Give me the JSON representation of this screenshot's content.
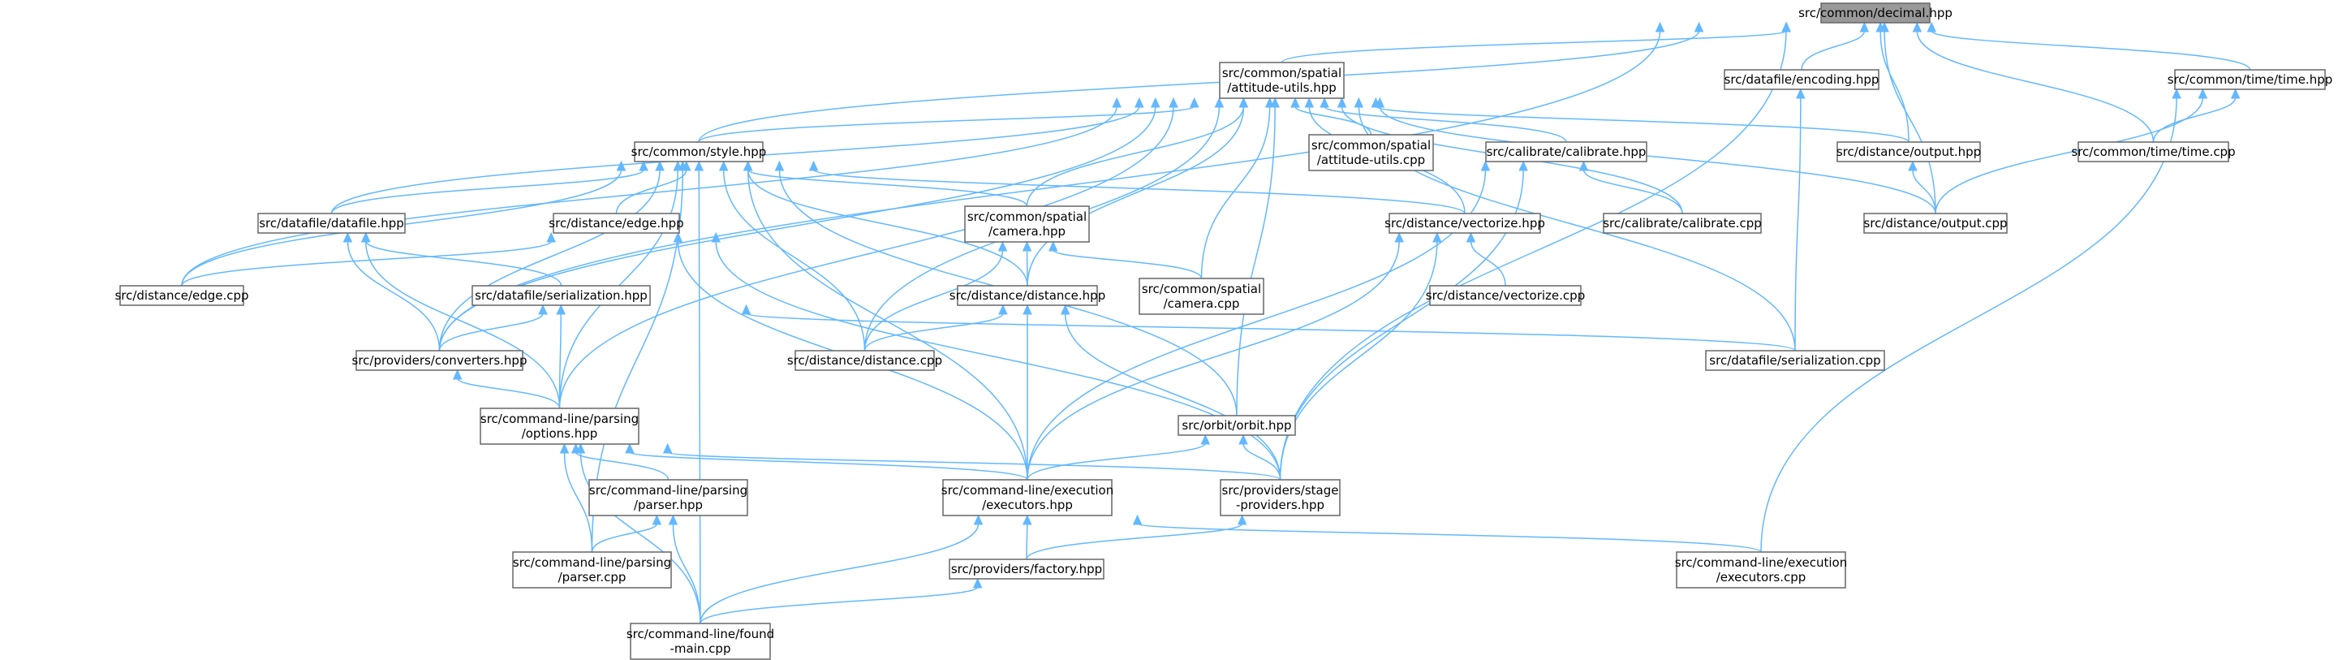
{
  "graph": {
    "edge_color": "#63b8ff",
    "root_fill": "#999999",
    "node_border": "#666666",
    "nodes": [
      {
        "id": "decimal",
        "lines": [
          "src/common/decimal.hpp"
        ],
        "root": true
      },
      {
        "id": "au_hpp",
        "lines": [
          "src/common/spatial",
          "/attitude-utils.hpp"
        ]
      },
      {
        "id": "encoding",
        "lines": [
          "src/datafile/encoding.hpp"
        ]
      },
      {
        "id": "time_hpp",
        "lines": [
          "src/common/time/time.hpp"
        ]
      },
      {
        "id": "style",
        "lines": [
          "src/common/style.hpp"
        ]
      },
      {
        "id": "au_cpp",
        "lines": [
          "src/common/spatial",
          "/attitude-utils.cpp"
        ]
      },
      {
        "id": "calib_hpp",
        "lines": [
          "src/calibrate/calibrate.hpp"
        ]
      },
      {
        "id": "out_hpp",
        "lines": [
          "src/distance/output.hpp"
        ]
      },
      {
        "id": "time_cpp",
        "lines": [
          "src/common/time/time.cpp"
        ]
      },
      {
        "id": "df_hpp",
        "lines": [
          "src/datafile/datafile.hpp"
        ]
      },
      {
        "id": "edge_hpp",
        "lines": [
          "src/distance/edge.hpp"
        ]
      },
      {
        "id": "cam_hpp",
        "lines": [
          "src/common/spatial",
          "/camera.hpp"
        ]
      },
      {
        "id": "vec_hpp",
        "lines": [
          "src/distance/vectorize.hpp"
        ]
      },
      {
        "id": "calib_cpp",
        "lines": [
          "src/calibrate/calibrate.cpp"
        ]
      },
      {
        "id": "out_cpp",
        "lines": [
          "src/distance/output.cpp"
        ]
      },
      {
        "id": "edge_cpp",
        "lines": [
          "src/distance/edge.cpp"
        ]
      },
      {
        "id": "ser_hpp",
        "lines": [
          "src/datafile/serialization.hpp"
        ]
      },
      {
        "id": "dist_hpp",
        "lines": [
          "src/distance/distance.hpp"
        ]
      },
      {
        "id": "cam_cpp",
        "lines": [
          "src/common/spatial",
          "/camera.cpp"
        ]
      },
      {
        "id": "vec_cpp",
        "lines": [
          "src/distance/vectorize.cpp"
        ]
      },
      {
        "id": "conv_hpp",
        "lines": [
          "src/providers/converters.hpp"
        ]
      },
      {
        "id": "dist_cpp",
        "lines": [
          "src/distance/distance.cpp"
        ]
      },
      {
        "id": "ser_cpp",
        "lines": [
          "src/datafile/serialization.cpp"
        ]
      },
      {
        "id": "opt_hpp",
        "lines": [
          "src/command-line/parsing",
          "/options.hpp"
        ]
      },
      {
        "id": "orbit_hpp",
        "lines": [
          "src/orbit/orbit.hpp"
        ]
      },
      {
        "id": "parser_hpp",
        "lines": [
          "src/command-line/parsing",
          "/parser.hpp"
        ]
      },
      {
        "id": "exec_hpp",
        "lines": [
          "src/command-line/execution",
          "/executors.hpp"
        ]
      },
      {
        "id": "stage_hpp",
        "lines": [
          "src/providers/stage",
          "-providers.hpp"
        ]
      },
      {
        "id": "parser_cpp",
        "lines": [
          "src/command-line/parsing",
          "/parser.cpp"
        ]
      },
      {
        "id": "factory_hpp",
        "lines": [
          "src/providers/factory.hpp"
        ]
      },
      {
        "id": "exec_cpp",
        "lines": [
          "src/command-line/execution",
          "/executors.cpp"
        ]
      },
      {
        "id": "main_cpp",
        "lines": [
          "src/command-line/found",
          "-main.cpp"
        ]
      }
    ]
  }
}
